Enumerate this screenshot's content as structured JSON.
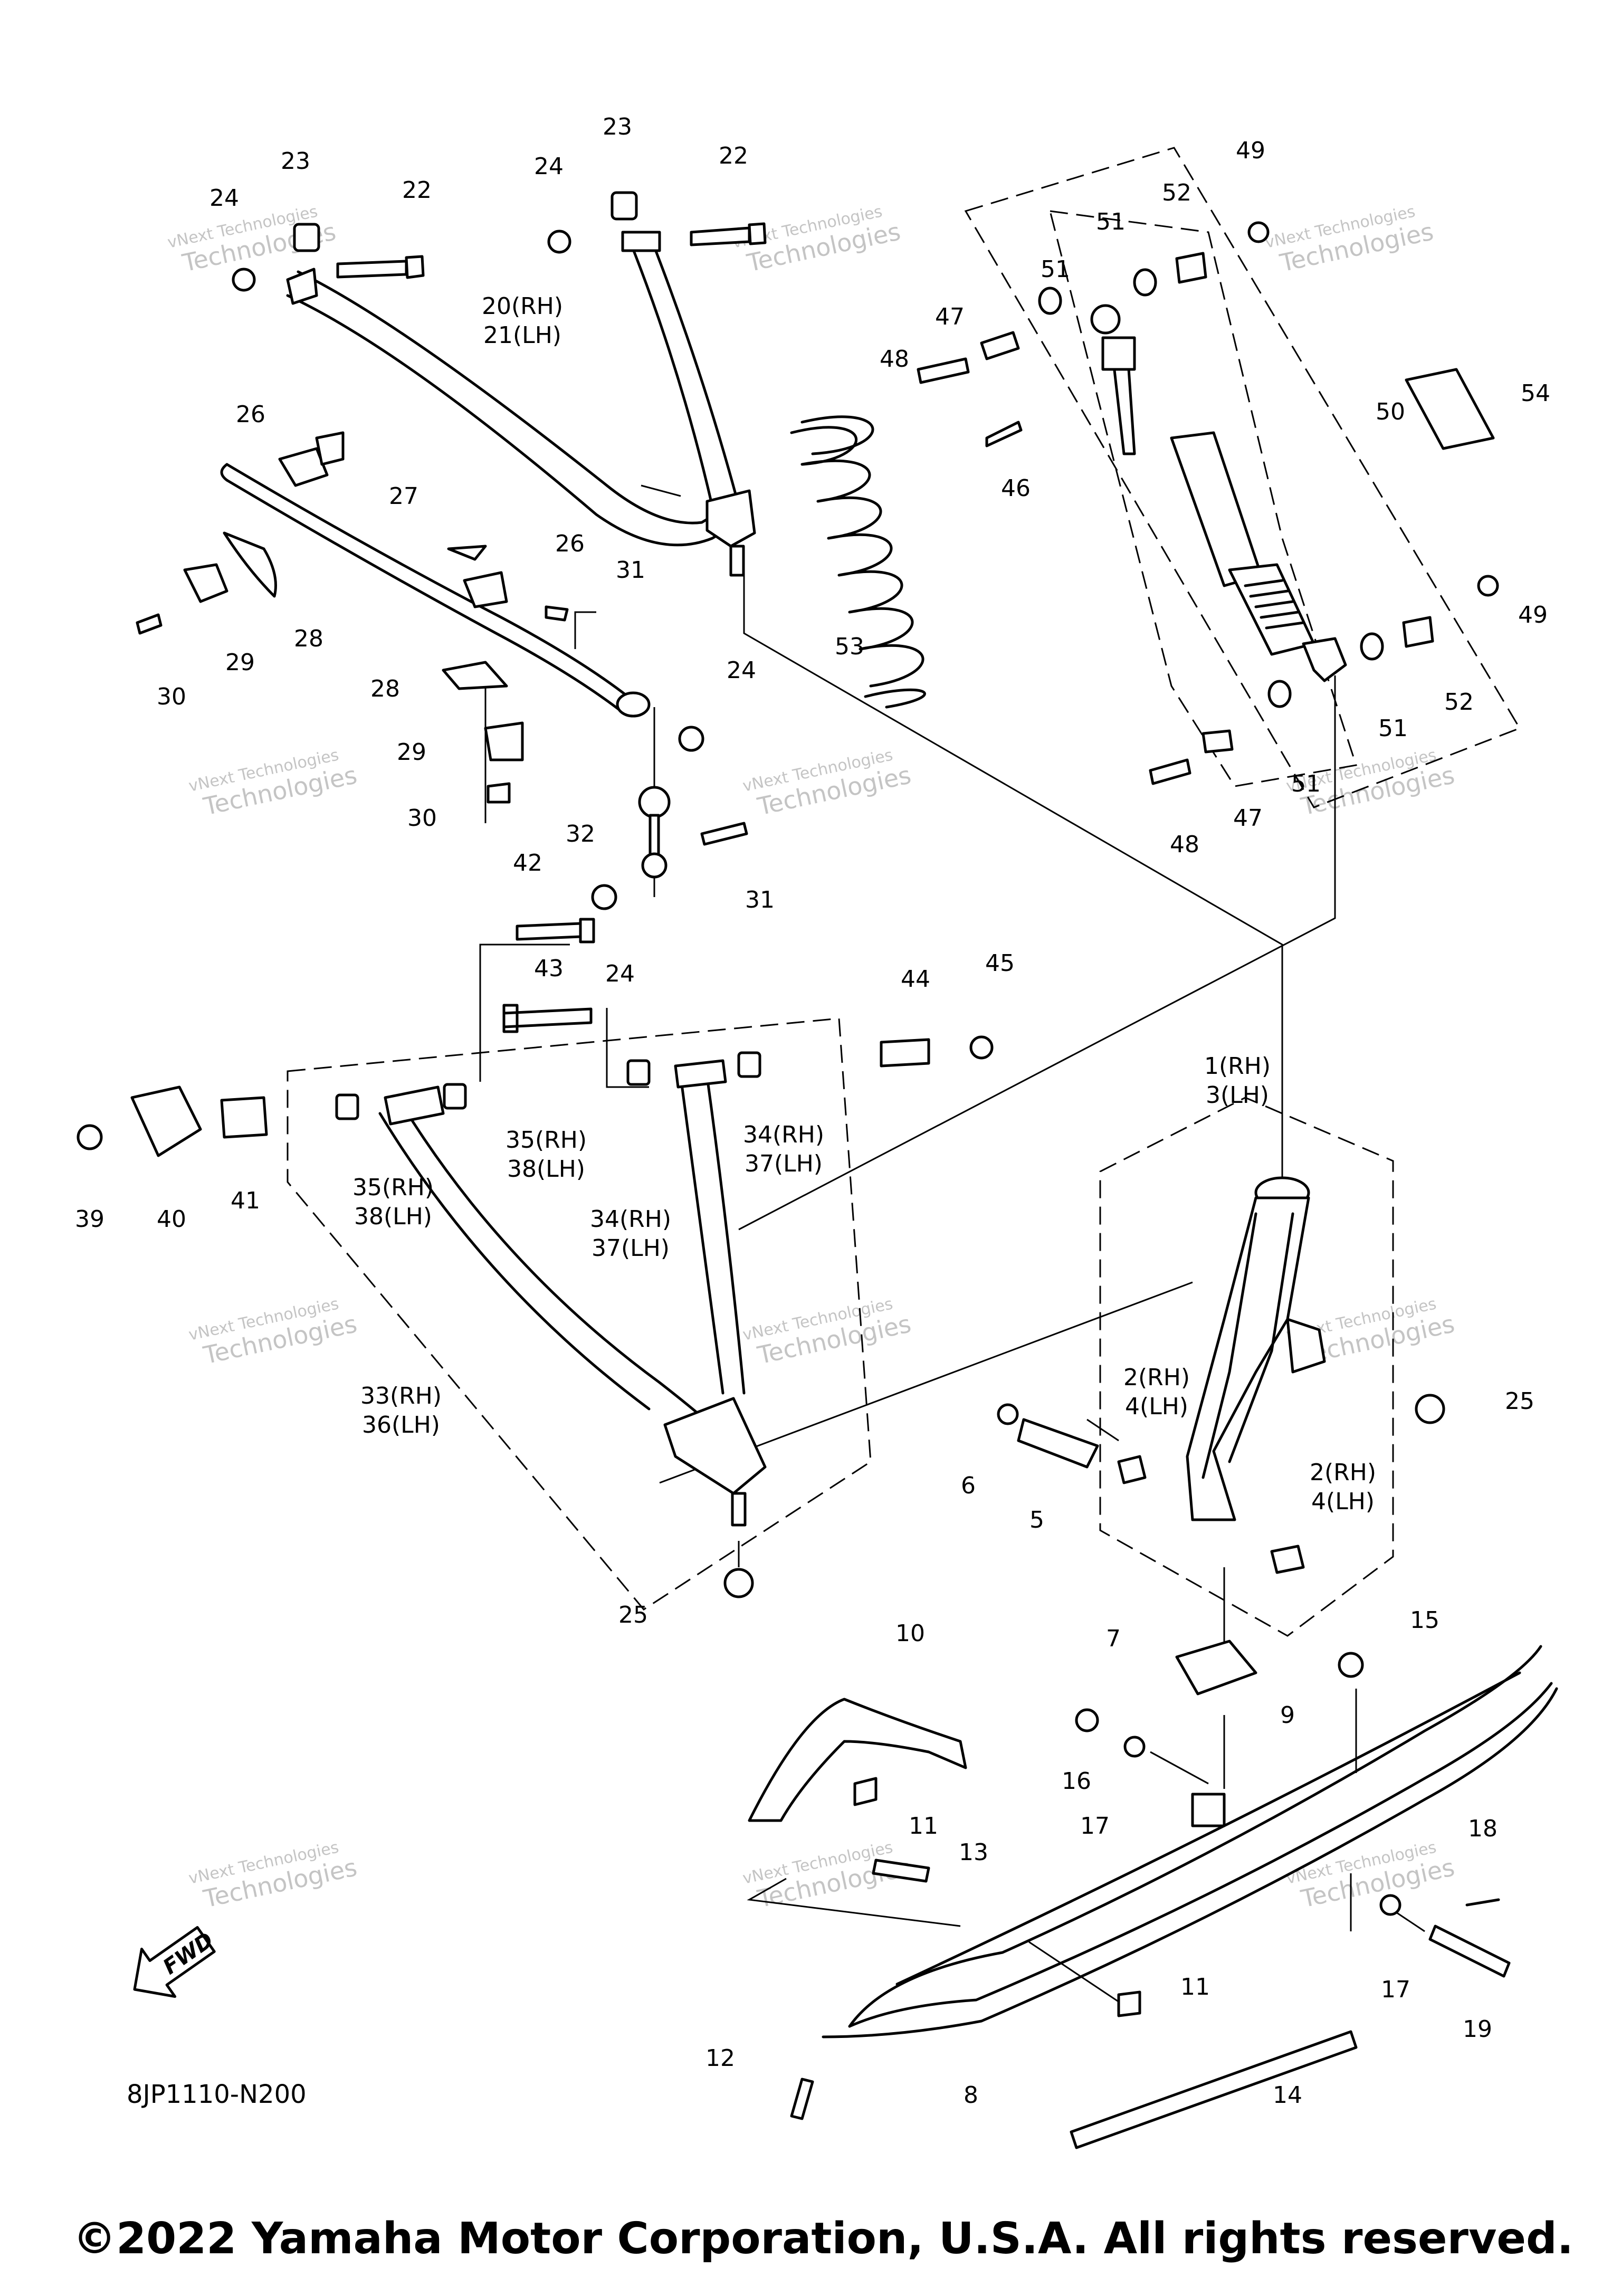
{
  "diagram": {
    "copyright": "©2022 Yamaha Motor Corporation, U.S.A. All rights reserved.",
    "drawing_code": "8JP1110-N200",
    "fwd_mark": "FWD",
    "watermark": {
      "line1": "vNext Technologies",
      "line2": "Technologies",
      "prefix": "vNext"
    },
    "callouts": {
      "c1": "1(RH)",
      "c3": "3(LH)",
      "c2a": "2(RH)",
      "c4a": "4(LH)",
      "c2b": "2(RH)",
      "c4b": "4(LH)",
      "c5": "5",
      "c6": "6",
      "c7": "7",
      "c8": "8",
      "c9": "9",
      "c10": "10",
      "c11a": "11",
      "c11b": "11",
      "c12": "12",
      "c13": "13",
      "c14": "14",
      "c15": "15",
      "c16": "16",
      "c17a": "17",
      "c17b": "17",
      "c18": "18",
      "c19": "19",
      "c20": "20(RH)",
      "c21": "21(LH)",
      "c22a": "22",
      "c22b": "22",
      "c23a": "23",
      "c23b": "23",
      "c24a": "24",
      "c24b": "24",
      "c24c": "24",
      "c24d": "24",
      "c25a": "25",
      "c25b": "25",
      "c26a": "26",
      "c26b": "26",
      "c27": "27",
      "c28a": "28",
      "c28b": "28",
      "c29a": "29",
      "c29b": "29",
      "c30a": "30",
      "c30b": "30",
      "c31a": "31",
      "c31b": "31",
      "c32": "32",
      "c33": "33(RH)",
      "c36": "36(LH)",
      "c34a": "34(RH)",
      "c37a": "37(LH)",
      "c34b": "34(RH)",
      "c37b": "37(LH)",
      "c35a": "35(RH)",
      "c38a": "38(LH)",
      "c35b": "35(RH)",
      "c38b": "38(LH)",
      "c39": "39",
      "c40": "40",
      "c41": "41",
      "c42": "42",
      "c43": "43",
      "c44": "44",
      "c45": "45",
      "c46": "46",
      "c47a": "47",
      "c47b": "47",
      "c48a": "48",
      "c48b": "48",
      "c49a": "49",
      "c49b": "49",
      "c50": "50",
      "c51a": "51",
      "c51b": "51",
      "c51c": "51",
      "c51d": "51",
      "c52a": "52",
      "c52b": "52",
      "c53": "53",
      "c54": "54"
    }
  }
}
